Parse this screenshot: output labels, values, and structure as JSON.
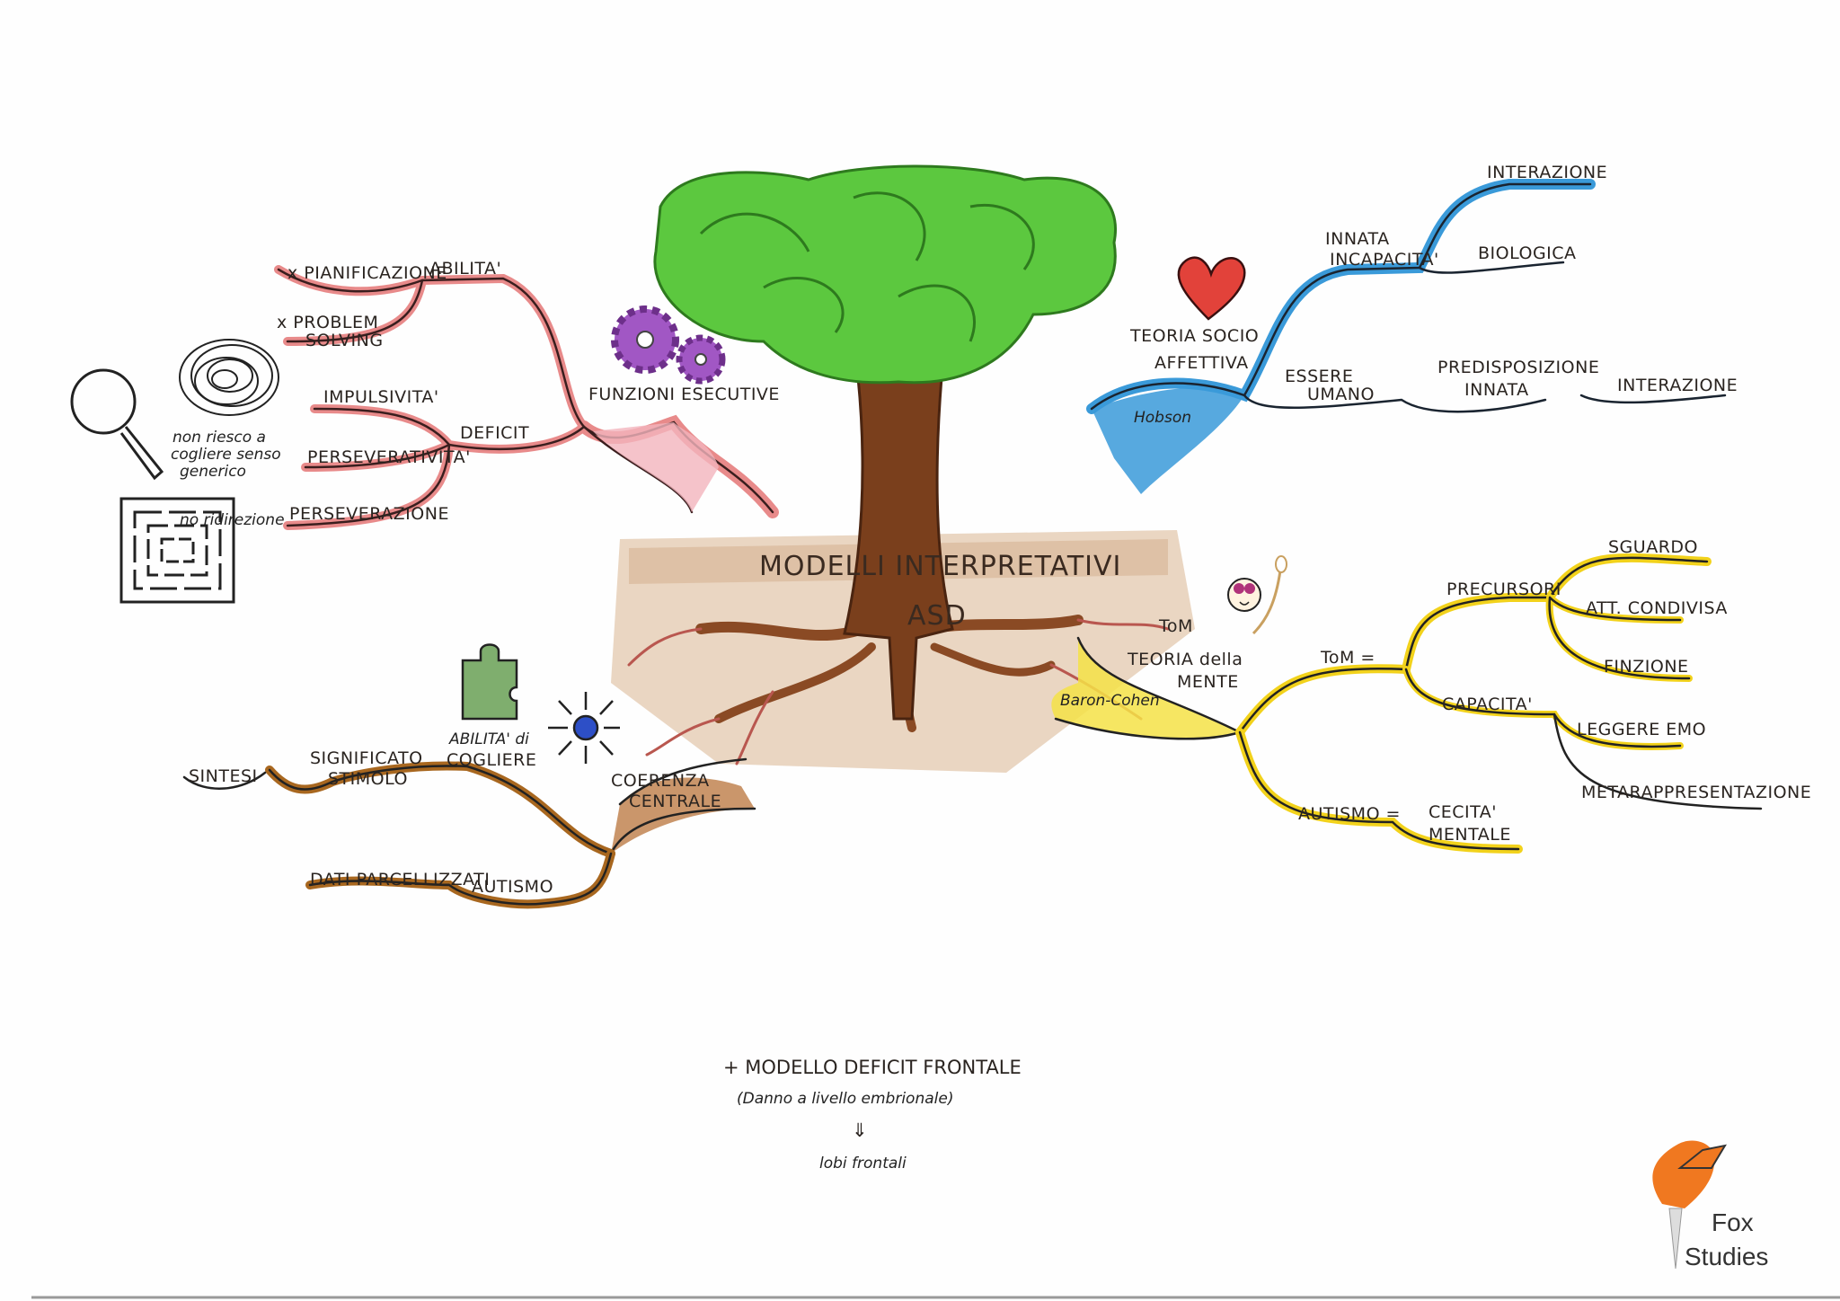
{
  "title": {
    "line1": "MODELLI INTERPRETATIVI",
    "line2": "ASD"
  },
  "colors": {
    "red_branch": "#e88a8a",
    "blue_branch": "#3a9ad9",
    "yellow_branch": "#f2d21b",
    "brown_branch": "#a8671f",
    "crown": "#55c43a",
    "trunk": "#7a3f1c",
    "ink": "#222222"
  },
  "red_branch": {
    "root": "FUNZIONI ESECUTIVE",
    "abilita": "ABILITA'",
    "pianificazione": "x PIANIFICAZIONE",
    "problem_solving_1": "x PROBLEM",
    "problem_solving_2": "SOLVING",
    "deficit": "DEFICIT",
    "impulsivita": "IMPULSIVITA'",
    "perseverativita": "PERSEVERATIVITA'",
    "perseverazione": "PERSEVERAZIONE",
    "note_senso_1": "non riesco a",
    "note_senso_2": "cogliere senso",
    "note_senso_3": "generico",
    "note_ridirezione": "no ridirezione"
  },
  "blue_branch": {
    "root_1": "TEORIA SOCIO",
    "root_2": "AFFETTIVA",
    "author": "Hobson",
    "innata_1": "INNATA",
    "innata_2": "INCAPACITA'",
    "interazione_top": "INTERAZIONE",
    "biologica": "BIOLOGICA",
    "essere_1": "ESSERE",
    "essere_2": "UMANO",
    "predisposizione_1": "PREDISPOSIZIONE",
    "predisposizione_2": "INNATA",
    "interazione": "INTERAZIONE"
  },
  "yellow_branch": {
    "tom": "ToM",
    "root_1": "TEORIA della",
    "root_2": "MENTE",
    "author": "Baron-Cohen",
    "tom_eq": "ToM =",
    "precursori": "PRECURSORI",
    "sguardo": "SGUARDO",
    "att_condivisa": "ATT. CONDIVISA",
    "finzione": "FINZIONE",
    "capacita": "CAPACITA'",
    "leggere_emo": "LEGGERE EMO",
    "metarappresentazione": "METARAPPRESENTAZIONE",
    "autismo_eq": "AUTISMO =",
    "cecita_1": "CECITA'",
    "cecita_2": "MENTALE"
  },
  "brown_branch": {
    "root_1": "COERENZA",
    "root_2": "CENTRALE",
    "abilita_1": "ABILITA' di",
    "abilita_2": "COGLIERE",
    "significato_1": "SIGNIFICATO",
    "significato_2": "STIMOLO",
    "sintesi": "SINTESI",
    "dati": "DATI PARCELLIZZATI",
    "autismo": "AUTISMO"
  },
  "footer_note": {
    "line1": "+ MODELLO DEFICIT FRONTALE",
    "line2": "(Danno a livello embrionale)",
    "arrow": "⇓",
    "line3": "lobi frontali"
  },
  "logo": {
    "line1": "Fox",
    "line2": "Studies"
  }
}
